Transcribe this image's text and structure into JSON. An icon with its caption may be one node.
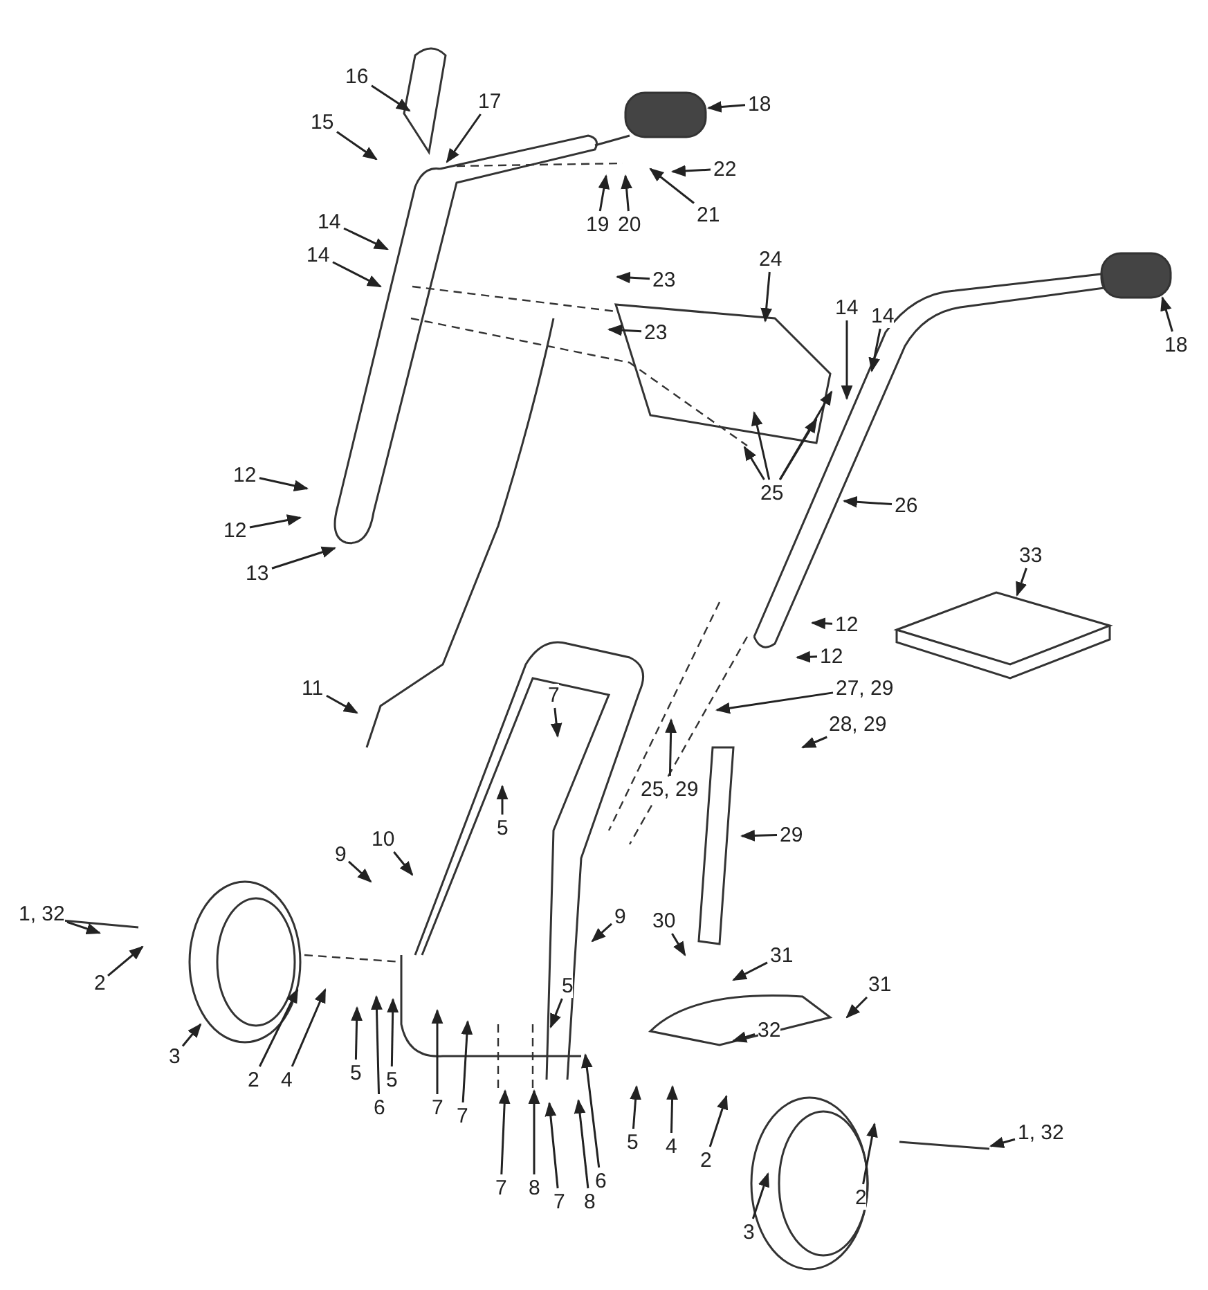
{
  "diagram": {
    "nodes": [
      {
        "text": [
          "16"
        ]
      },
      {
        "text": [
          "15"
        ]
      },
      {
        "text": [
          "17"
        ]
      },
      {
        "text": [
          "18"
        ]
      },
      {
        "text": [
          "22"
        ]
      },
      {
        "text": [
          "19"
        ]
      },
      {
        "text": [
          "20"
        ]
      },
      {
        "text": [
          "21"
        ]
      },
      {
        "text": [
          "23"
        ]
      },
      {
        "text": [
          "23"
        ]
      },
      {
        "text": [
          "14"
        ]
      },
      {
        "text": [
          "14"
        ]
      },
      {
        "text": [
          "24"
        ]
      },
      {
        "text": [
          "14"
        ]
      },
      {
        "text": [
          "14"
        ]
      },
      {
        "text": [
          "18"
        ]
      },
      {
        "text": [
          "25"
        ]
      },
      {
        "text": [
          "12"
        ]
      },
      {
        "text": [
          "12"
        ]
      },
      {
        "text": [
          "13"
        ]
      },
      {
        "text": [
          "26"
        ]
      },
      {
        "text": [
          "33"
        ]
      },
      {
        "text": [
          "12"
        ]
      },
      {
        "text": [
          "12"
        ]
      },
      {
        "text": [
          "11"
        ]
      },
      {
        "text": [
          "7"
        ]
      },
      {
        "text": [
          "27, 29"
        ]
      },
      {
        "text": [
          "28, 29"
        ]
      },
      {
        "text": [
          "5"
        ]
      },
      {
        "text": [
          "25, 29"
        ]
      },
      {
        "text": [
          "29"
        ]
      },
      {
        "text": [
          "10"
        ]
      },
      {
        "text": [
          "9"
        ]
      },
      {
        "text": [
          "9"
        ]
      },
      {
        "text": [
          "30"
        ]
      },
      {
        "text": [
          "31"
        ]
      },
      {
        "text": [
          "31"
        ]
      },
      {
        "text": [
          "5"
        ]
      },
      {
        "text": [
          "32"
        ]
      },
      {
        "text": [
          "1, 32"
        ]
      },
      {
        "text": [
          "2"
        ]
      },
      {
        "text": [
          "3"
        ]
      },
      {
        "text": [
          "2"
        ]
      },
      {
        "text": [
          "4"
        ]
      },
      {
        "text": [
          "5"
        ]
      },
      {
        "text": [
          "6"
        ]
      },
      {
        "text": [
          "5"
        ]
      },
      {
        "text": [
          "7"
        ]
      },
      {
        "text": [
          "7"
        ]
      },
      {
        "text": [
          "7"
        ]
      },
      {
        "text": [
          "8"
        ]
      },
      {
        "text": [
          "7"
        ]
      },
      {
        "text": [
          "8"
        ]
      },
      {
        "text": [
          "6"
        ]
      },
      {
        "text": [
          "5"
        ]
      },
      {
        "text": [
          "4"
        ]
      },
      {
        "text": [
          "2"
        ]
      },
      {
        "text": [
          "3"
        ]
      },
      {
        "text": [
          "2"
        ]
      },
      {
        "text": [
          "1, 32"
        ]
      }
    ],
    "edges": [
      {
        "from": 0,
        "to": null,
        "arrow": "to"
      },
      {
        "from": 1,
        "to": null,
        "arrow": "to"
      },
      {
        "from": 2,
        "to": null,
        "arrow": "to"
      },
      {
        "from": 3,
        "to": null,
        "arrow": "to"
      },
      {
        "from": 4,
        "to": null,
        "arrow": "to"
      },
      {
        "from": 5,
        "to": null,
        "arrow": "to"
      },
      {
        "from": 6,
        "to": null,
        "arrow": "to"
      },
      {
        "from": 7,
        "to": null,
        "arrow": "to"
      },
      {
        "from": 8,
        "to": null,
        "arrow": "to"
      },
      {
        "from": 9,
        "to": null,
        "arrow": "to"
      },
      {
        "from": 10,
        "to": null,
        "arrow": "to"
      },
      {
        "from": 11,
        "to": null,
        "arrow": "to"
      },
      {
        "from": 12,
        "to": null,
        "arrow": "to"
      },
      {
        "from": 13,
        "to": null,
        "arrow": "to"
      },
      {
        "from": 14,
        "to": null,
        "arrow": "to"
      },
      {
        "from": 15,
        "to": null,
        "arrow": "to"
      },
      {
        "from": 16,
        "to": null,
        "arrow": "to"
      },
      {
        "from": 16,
        "to": null,
        "arrow": "to"
      },
      {
        "from": 16,
        "to": null,
        "arrow": "to"
      },
      {
        "from": 16,
        "to": null,
        "arrow": "to"
      },
      {
        "from": 17,
        "to": null,
        "arrow": "to"
      },
      {
        "from": 18,
        "to": null,
        "arrow": "to"
      },
      {
        "from": 19,
        "to": null,
        "arrow": "to"
      },
      {
        "from": 20,
        "to": null,
        "arrow": "to"
      },
      {
        "from": 21,
        "to": null,
        "arrow": "to"
      },
      {
        "from": 22,
        "to": null,
        "arrow": "to"
      },
      {
        "from": 23,
        "to": null,
        "arrow": "to"
      },
      {
        "from": 24,
        "to": null,
        "arrow": "to"
      },
      {
        "from": 25,
        "to": null,
        "arrow": "to"
      },
      {
        "from": 26,
        "to": null,
        "arrow": "to"
      },
      {
        "from": 27,
        "to": null,
        "arrow": "to"
      },
      {
        "from": 28,
        "to": null,
        "arrow": "to"
      },
      {
        "from": 29,
        "to": null,
        "arrow": "to"
      },
      {
        "from": 30,
        "to": null,
        "arrow": "to"
      },
      {
        "from": 31,
        "to": null,
        "arrow": "to"
      },
      {
        "from": 32,
        "to": null,
        "arrow": "to"
      },
      {
        "from": 33,
        "to": null,
        "arrow": "to"
      },
      {
        "from": 34,
        "to": null,
        "arrow": "to"
      },
      {
        "from": 35,
        "to": null,
        "arrow": "to"
      },
      {
        "from": 36,
        "to": null,
        "arrow": "to"
      },
      {
        "from": 37,
        "to": null,
        "arrow": "to"
      },
      {
        "from": 38,
        "to": null,
        "arrow": "to"
      },
      {
        "from": 39,
        "to": null,
        "arrow": "to"
      },
      {
        "from": 40,
        "to": null,
        "arrow": "to"
      },
      {
        "from": 41,
        "to": null,
        "arrow": "to"
      },
      {
        "from": 42,
        "to": null,
        "arrow": "to"
      },
      {
        "from": 43,
        "to": null,
        "arrow": "to"
      },
      {
        "from": 44,
        "to": null,
        "arrow": "to"
      },
      {
        "from": 45,
        "to": null,
        "arrow": "to"
      },
      {
        "from": 46,
        "to": null,
        "arrow": "to"
      },
      {
        "from": 47,
        "to": null,
        "arrow": "to"
      },
      {
        "from": 48,
        "to": null,
        "arrow": "to"
      },
      {
        "from": 49,
        "to": null,
        "arrow": "to"
      },
      {
        "from": 50,
        "to": null,
        "arrow": "to"
      },
      {
        "from": 51,
        "to": null,
        "arrow": "to"
      },
      {
        "from": 52,
        "to": null,
        "arrow": "to"
      },
      {
        "from": 53,
        "to": null,
        "arrow": "to"
      },
      {
        "from": 54,
        "to": null,
        "arrow": "to"
      },
      {
        "from": 55,
        "to": null,
        "arrow": "to"
      },
      {
        "from": 56,
        "to": null,
        "arrow": "to"
      },
      {
        "from": 57,
        "to": null,
        "arrow": "to"
      },
      {
        "from": 58,
        "to": null,
        "arrow": "to"
      },
      {
        "from": 59,
        "to": null,
        "arrow": "to"
      }
    ]
  }
}
